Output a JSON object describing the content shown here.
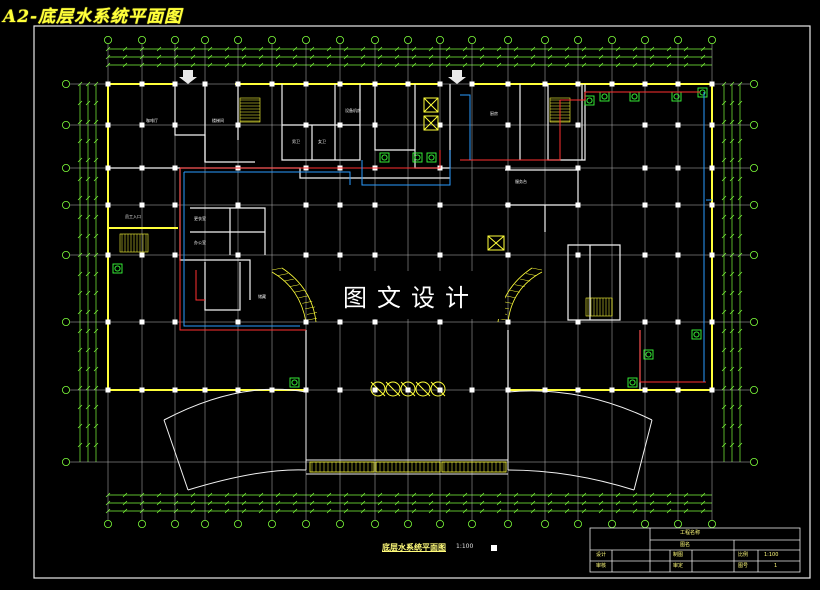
{
  "drawing_title": "A2-底层水系统平面图",
  "watermark_text": "图文设计",
  "plan_caption": "底层水系统平面图",
  "plan_scale": "1:100",
  "title_block": {
    "project": "工程名称",
    "drawing_name": "图名",
    "design_label": "设计",
    "check_label": "审核",
    "approve_label": "审定",
    "draw_label": "制图",
    "scale_label": "比例",
    "scale_value": "1:100",
    "sheet_label": "图号",
    "sheet_value": "1"
  },
  "room_labels": [
    "咖啡厅",
    "楼梯间",
    "男卫",
    "女卫",
    "设备机房",
    "厨房",
    "员工入口",
    "更衣室",
    "办公室",
    "服务台",
    "储藏"
  ],
  "colors": {
    "wall": "#ffff3a",
    "column": "#ffffff",
    "grid": "#d9d9d9",
    "dim": "#7cfc3a",
    "water_supply": "#ff3030",
    "water_return": "#2a9cff",
    "equipment": "#3aff3a"
  },
  "icons": [
    "elevator-icon",
    "stair-icon",
    "pump-icon",
    "axis-bubble-icon",
    "entrance-arrow-icon"
  ]
}
